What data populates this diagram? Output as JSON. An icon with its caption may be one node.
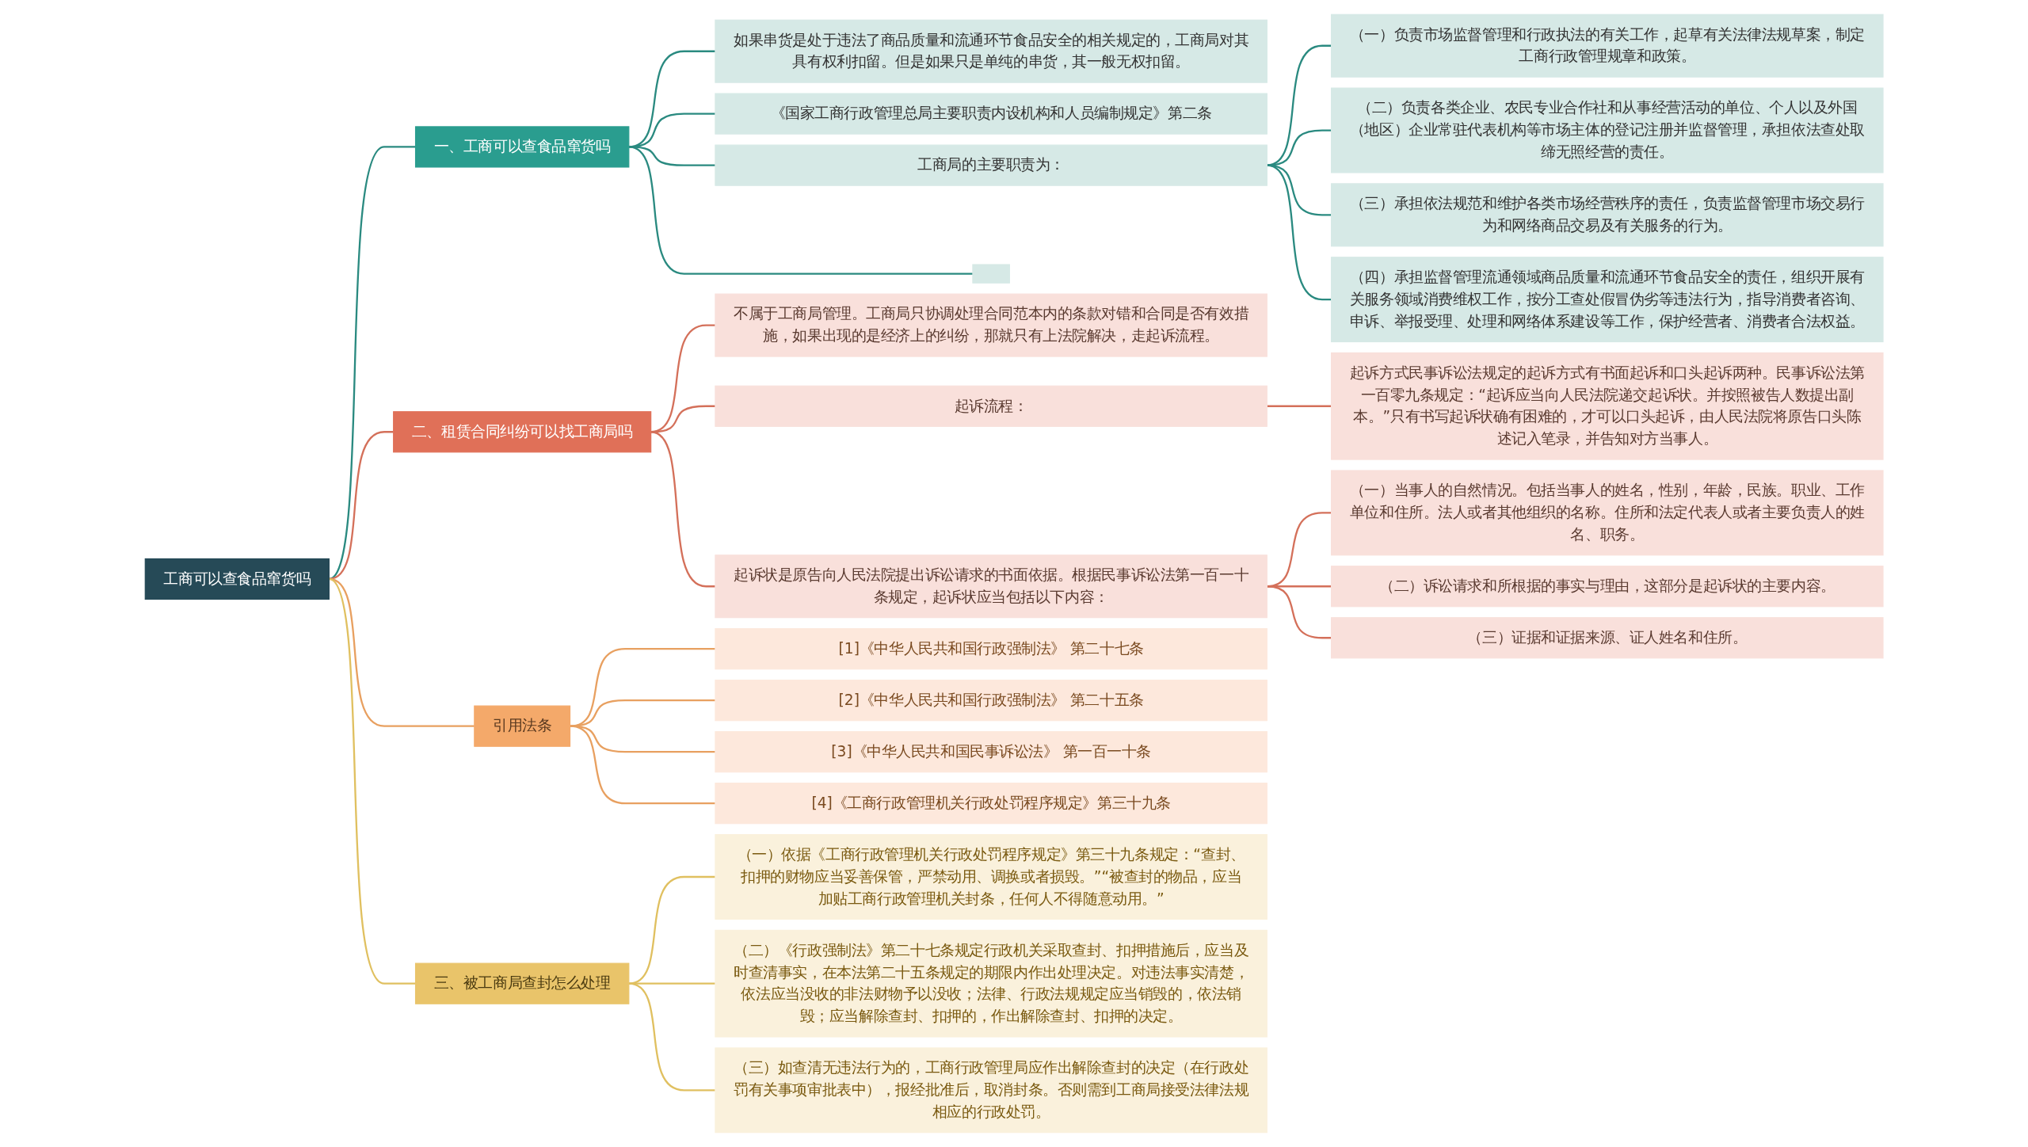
{
  "diagram": {
    "nodes": [
      {
        "text": [
          "工商可以查食品窜货吗"
        ]
      },
      {
        "text": [
          "一、工商可以查食品窜货吗"
        ]
      },
      {
        "text": [
          "如果串货是处于违法了商品质量和流通环节食品安全的相关规定的，工商局对其具有权利扣留。但是如果只是单纯的串货，其一般无权扣留。"
        ]
      },
      {
        "text": [
          "《国家工商行政管理总局主要职责内设机构和人员编制规定》第二条"
        ]
      },
      {
        "text": [
          "工商局的主要职责为："
        ]
      },
      {
        "text": [
          "（一）负责市场监督管理和行政执法的有关工作，起草有关法律法规草案，制定工商行政管理规章和政策。"
        ]
      },
      {
        "text": [
          "（二）负责各类企业、农民专业合作社和从事经营活动的单位、个人以及外国（地区）企业常驻代表机构等市场主体的登记注册并监督管理，承担依法查处取缔无照经营的责任。"
        ]
      },
      {
        "text": [
          "（三）承担依法规范和维护各类市场经营秩序的责任，负责监督管理市场交易行为和网络商品交易及有关服务的行为。"
        ]
      },
      {
        "text": [
          "（四）承担监督管理流通领域商品质量和流通环节食品安全的责任，组织开展有关服务领域消费维权工作，按分工查处假冒伪劣等违法行为，指导消费者咨询、申诉、举报受理、处理和网络体系建设等工作，保护经营者、消费者合法权益。"
        ]
      },
      {
        "text": [],
        "shape": "box"
      },
      {
        "text": [
          "二、租赁合同纠纷可以找工商局吗"
        ]
      },
      {
        "text": [
          "不属于工商局管理。工商局只协调处理合同范本内的条款对错和合同是否有效措施，如果出现的是经济上的纠纷，那就只有上法院解决，走起诉流程。"
        ]
      },
      {
        "text": [
          "起诉流程："
        ]
      },
      {
        "text": [
          "起诉方式民事诉讼法规定的起诉方式有书面起诉和口头起诉两种。民事诉讼法第一百零九条规定：“起诉应当向人民法院递交起诉状。并按照被告人数提出副本。”只有书写起诉状确有困难的，才可以口头起诉，由人民法院将原告口头陈述记入笔录，并告知对方当事人。"
        ]
      },
      {
        "text": [
          "起诉状是原告向人民法院提出诉讼请求的书面依据。根据民事诉讼法第一百一十条规定，起诉状应当包括以下内容："
        ]
      },
      {
        "text": [
          "（一）当事人的自然情况。包括当事人的姓名，性别，年龄，民族。职业、工作单位和住所。法人或者其他组织的名称。住所和法定代表人或者主要负责人的姓名、职务。"
        ]
      },
      {
        "text": [
          "（二）诉讼请求和所根据的事实与理由，这部分是起诉状的主要内容。"
        ]
      },
      {
        "text": [
          "（三）证据和证据来源、证人姓名和住所。"
        ]
      },
      {
        "text": [
          "引用法条"
        ]
      },
      {
        "text": [
          "[1]《中华人民共和国行政强制法》 第二十七条"
        ]
      },
      {
        "text": [
          "[2]《中华人民共和国行政强制法》 第二十五条"
        ]
      },
      {
        "text": [
          "[3]《中华人民共和国民事诉讼法》 第一百一十条"
        ]
      },
      {
        "text": [
          "[4]《工商行政管理机关行政处罚程序规定》第三十九条"
        ]
      },
      {
        "text": [
          "三、被工商局查封怎么处理"
        ]
      },
      {
        "text": [
          "（一）依据《工商行政管理机关行政处罚程序规定》第三十九条规定：“查封、扣押的财物应当妥善保管，严禁动用、调换或者损毁。”“被查封的物品，应当加贴工商行政管理机关封条，任何人不得随意动用。”"
        ]
      },
      {
        "text": [
          "（二）《行政强制法》第二十七条规定行政机关采取查封、扣押措施后，应当及时查清事实，在本法第二十五条规定的期限内作出处理决定。对违法事实清楚，依法应当没收的非法财物予以没收；法律、行政法规规定应当销毁的，依法销毁；应当解除查封、扣押的，作出解除查封、扣押的决定。"
        ]
      },
      {
        "text": [
          "（三）如查清无违法行为的，工商行政管理局应作出解除查封的决定（在行政处罚有关事项审批表中），报经批准后，取消封条。否则需到工商局接受法律法规相应的行政处罚。"
        ]
      }
    ],
    "edges": [
      {
        "from": 0,
        "to": 1,
        "arrow": "none"
      },
      {
        "from": 1,
        "to": 2,
        "arrow": "none"
      },
      {
        "from": 1,
        "to": 3,
        "arrow": "none"
      },
      {
        "from": 1,
        "to": 4,
        "arrow": "none"
      },
      {
        "from": 4,
        "to": 5,
        "arrow": "none"
      },
      {
        "from": 4,
        "to": 6,
        "arrow": "none"
      },
      {
        "from": 4,
        "to": 7,
        "arrow": "none"
      },
      {
        "from": 4,
        "to": 8,
        "arrow": "none"
      },
      {
        "from": 1,
        "to": 9,
        "arrow": "none"
      },
      {
        "from": 0,
        "to": 10,
        "arrow": "none",
        "color": "#d4705a"
      },
      {
        "from": 10,
        "to": 11,
        "arrow": "none",
        "color": "#d4705a"
      },
      {
        "from": 10,
        "to": 12,
        "arrow": "none",
        "color": "#d4705a"
      },
      {
        "from": 12,
        "to": 13,
        "arrow": "none",
        "color": "#d4705a"
      },
      {
        "from": 10,
        "to": 14,
        "arrow": "none",
        "color": "#d4705a"
      },
      {
        "from": 14,
        "to": 15,
        "arrow": "none",
        "color": "#d4705a"
      },
      {
        "from": 14,
        "to": 16,
        "arrow": "none",
        "color": "#d4705a"
      },
      {
        "from": 14,
        "to": 17,
        "arrow": "none",
        "color": "#d4705a"
      },
      {
        "from": 0,
        "to": 18,
        "arrow": "none",
        "color": "#e8a060"
      },
      {
        "from": 18,
        "to": 19,
        "arrow": "none",
        "color": "#e8a060"
      },
      {
        "from": 18,
        "to": 20,
        "arrow": "none",
        "color": "#e8a060"
      },
      {
        "from": 18,
        "to": 21,
        "arrow": "none",
        "color": "#e8a060"
      },
      {
        "from": 18,
        "to": 22,
        "arrow": "none",
        "color": "#e8a060"
      },
      {
        "from": 0,
        "to": 23,
        "arrow": "none",
        "color": "#e0c060"
      },
      {
        "from": 23,
        "to": 24,
        "arrow": "none",
        "color": "#e0c060"
      },
      {
        "from": 23,
        "to": 25,
        "arrow": "none",
        "color": "#e0c060"
      },
      {
        "from": 23,
        "to": 26,
        "arrow": "none",
        "color": "#e0c060"
      }
    ]
  }
}
